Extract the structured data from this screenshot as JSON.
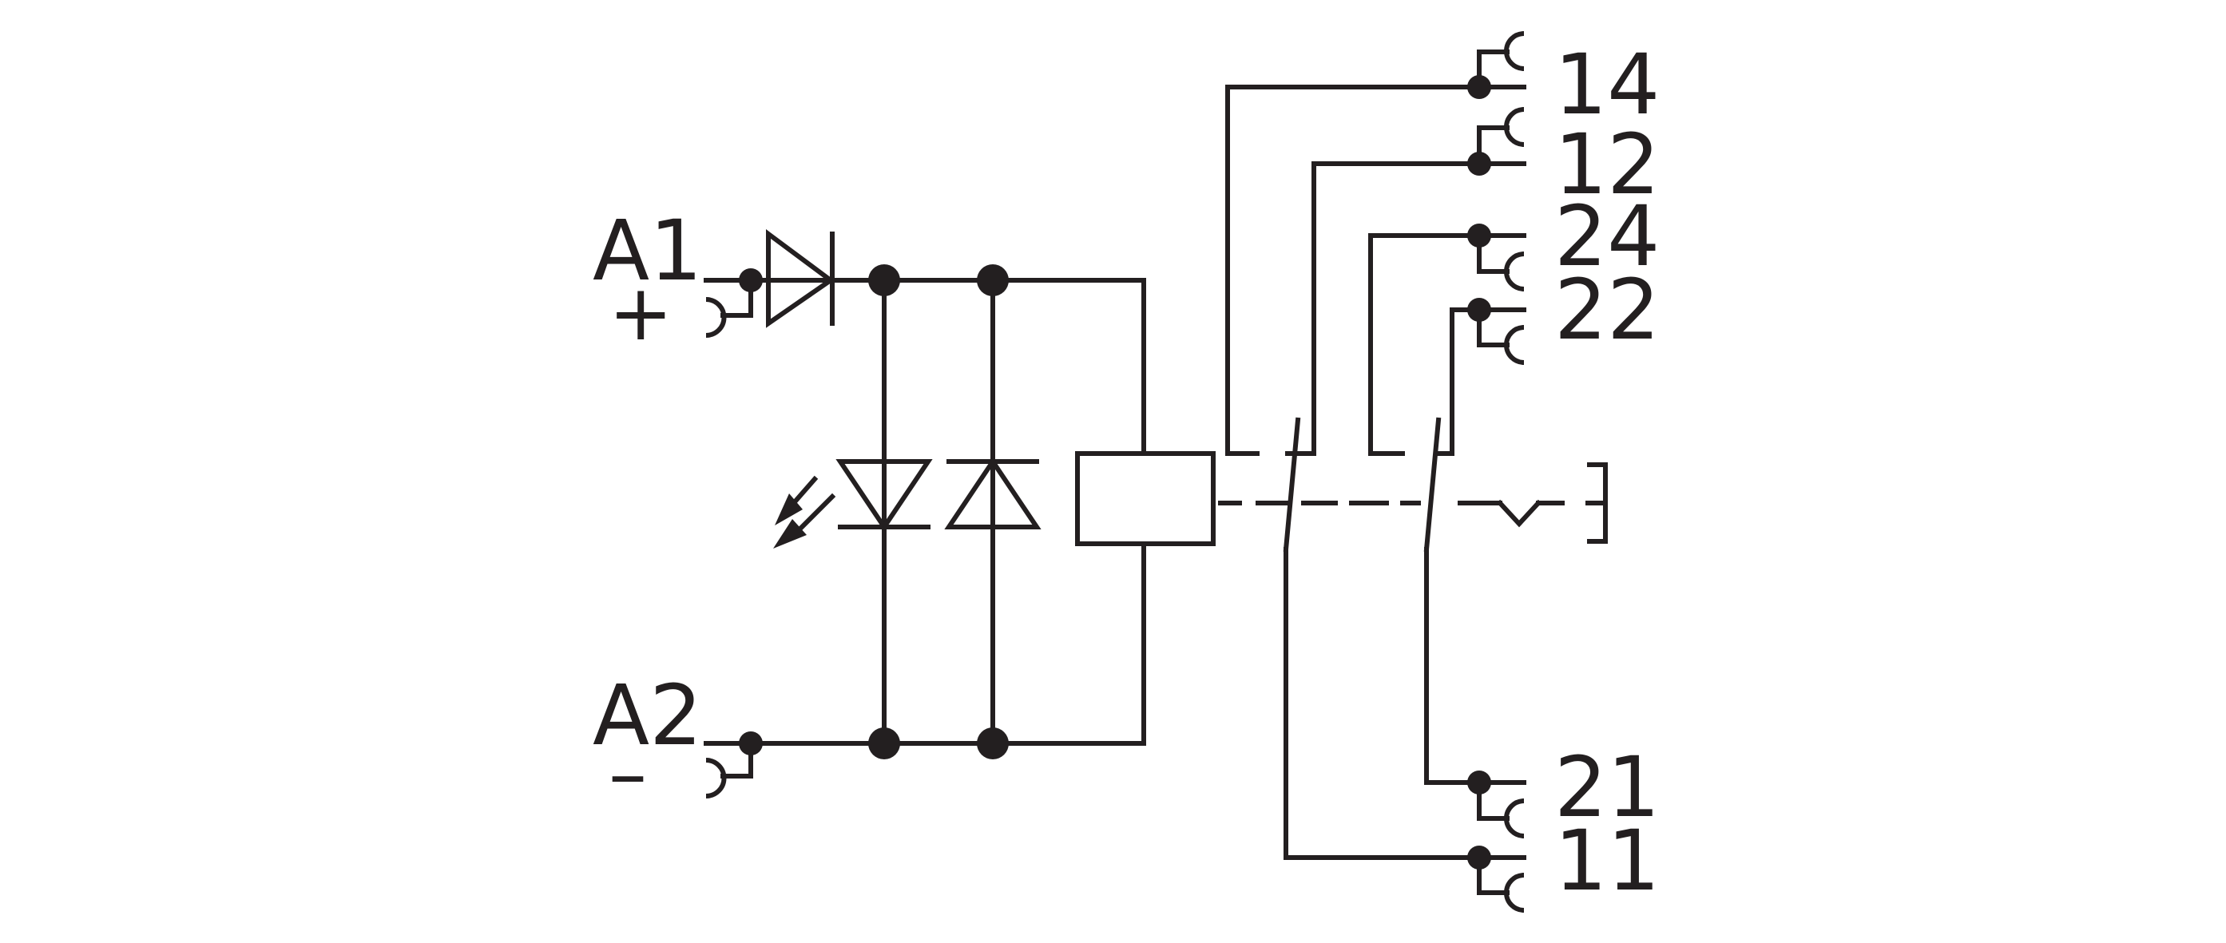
{
  "diagram": {
    "terminals": {
      "a1": "A1",
      "a1_sign": "+",
      "a2": "A2",
      "a2_sign": "–",
      "t14": "14",
      "t12": "12",
      "t24": "24",
      "t22": "22",
      "t21": "21",
      "t11": "11"
    },
    "line_color": "#231f20"
  }
}
